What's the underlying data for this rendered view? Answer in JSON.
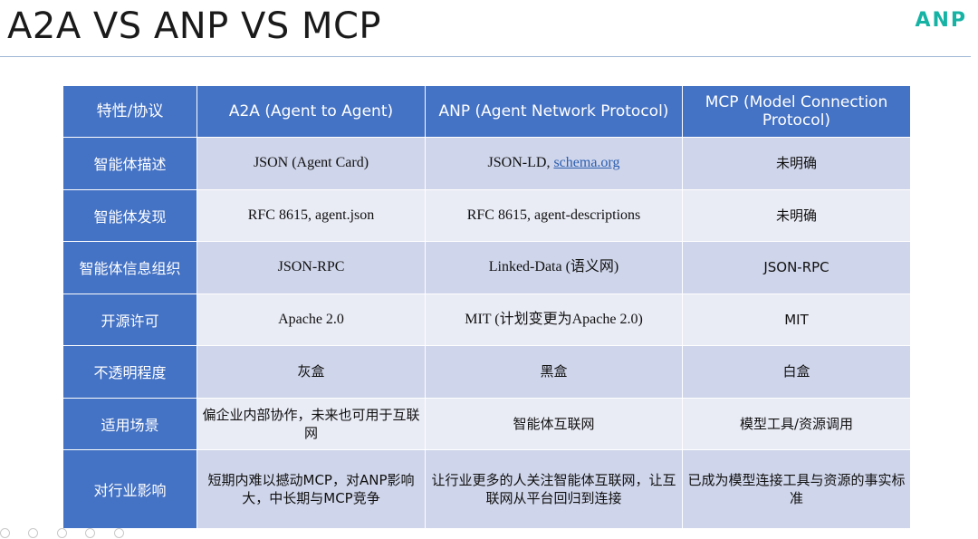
{
  "slide": {
    "title": "A2A VS ANP VS MCP",
    "logo_text": "ANP"
  },
  "table": {
    "headers": [
      "特性/协议",
      "A2A (Agent to Agent)",
      "ANP (Agent Network Protocol)",
      "MCP (Model Connection Protocol)"
    ],
    "rows": [
      {
        "feature": "智能体描述",
        "a2a": "JSON (Agent Card)",
        "anp_prefix": "JSON-LD, ",
        "anp_link": "schema.org",
        "mcp": "未明确"
      },
      {
        "feature": "智能体发现",
        "a2a": "RFC 8615, agent.json",
        "anp": "RFC 8615, agent-descriptions",
        "mcp": "未明确"
      },
      {
        "feature": "智能体信息组织",
        "a2a": "JSON-RPC",
        "anp": "Linked-Data (语义网)",
        "mcp": "JSON-RPC"
      },
      {
        "feature": "开源许可",
        "a2a": "Apache 2.0",
        "anp": "MIT (计划变更为Apache 2.0)",
        "mcp": "MIT"
      },
      {
        "feature": "不透明程度",
        "a2a": "灰盒",
        "anp": "黑盒",
        "mcp": "白盒"
      },
      {
        "feature": "适用场景",
        "a2a": "偏企业内部协作，未来也可用于互联网",
        "anp": "智能体互联网",
        "mcp": "模型工具/资源调用"
      },
      {
        "feature": "对行业影响",
        "a2a": "短期内难以撼动MCP，对ANP影响大，中长期与MCP竞争",
        "anp": "让行业更多的人关注智能体互联网，让互联网从平台回归到连接",
        "mcp": "已成为模型连接工具与资源的事实标准"
      }
    ]
  },
  "colors": {
    "header_bg": "#4472c4",
    "row_dark": "#cfd5ea",
    "row_light": "#e9ebf5",
    "logo": "#16b3a5"
  }
}
